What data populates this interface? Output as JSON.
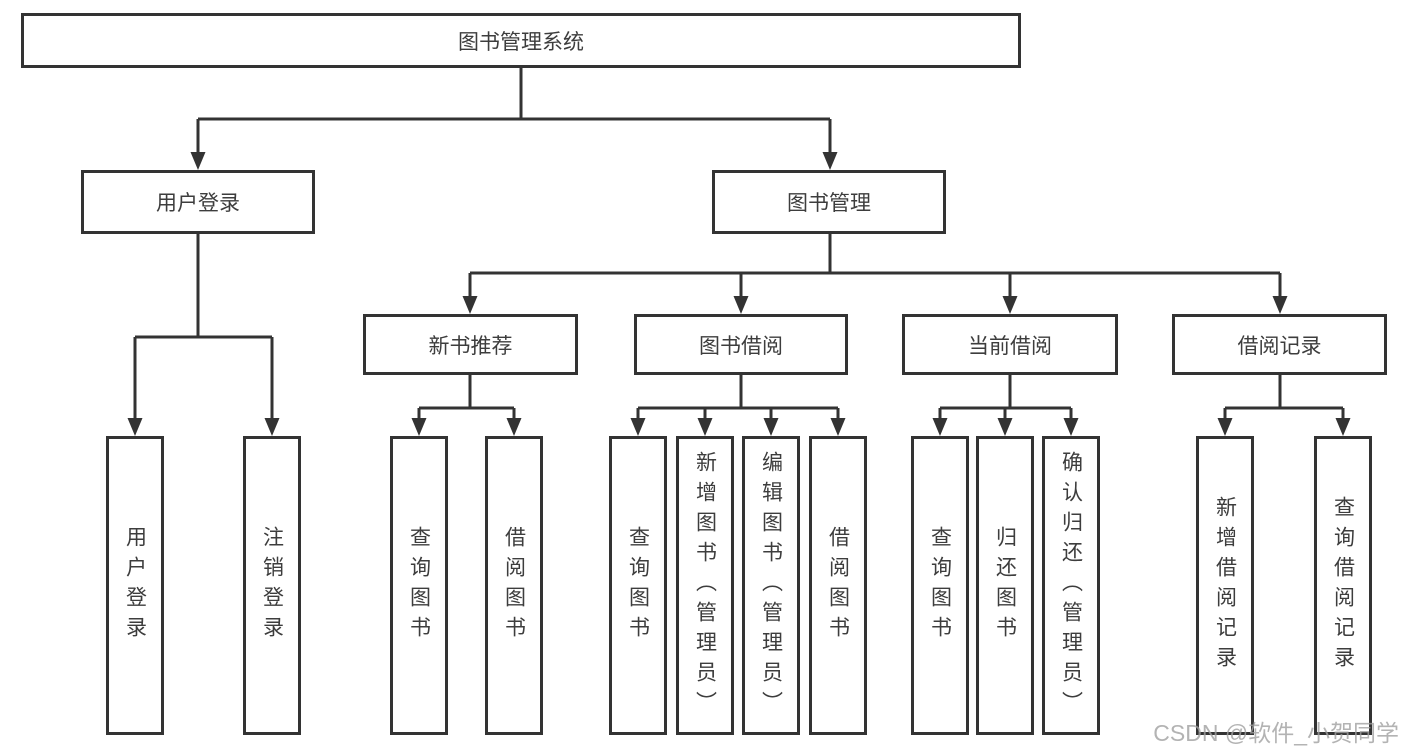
{
  "tree": {
    "root": {
      "label": "图书管理系统"
    },
    "branches": [
      {
        "label": "用户登录",
        "children": [
          {
            "label": "用户登录"
          },
          {
            "label": "注销登录"
          }
        ]
      },
      {
        "label": "图书管理",
        "children": [
          {
            "label": "新书推荐",
            "children": [
              {
                "label": "查询图书"
              },
              {
                "label": "借阅图书"
              }
            ]
          },
          {
            "label": "图书借阅",
            "children": [
              {
                "label": "查询图书"
              },
              {
                "label": "新增图书（管理员）"
              },
              {
                "label": "编辑图书（管理员）"
              },
              {
                "label": "借阅图书"
              }
            ]
          },
          {
            "label": "当前借阅",
            "children": [
              {
                "label": "查询图书"
              },
              {
                "label": "归还图书"
              },
              {
                "label": "确认归还（管理员）"
              }
            ]
          },
          {
            "label": "借阅记录",
            "children": [
              {
                "label": "新增借阅记录"
              },
              {
                "label": "查询借阅记录"
              }
            ]
          }
        ]
      }
    ]
  },
  "colors": {
    "line": "#333333",
    "text": "#3d3d3d",
    "background": "#ffffff"
  },
  "watermark": {
    "text": "CSDN @软件_小贺同学"
  }
}
